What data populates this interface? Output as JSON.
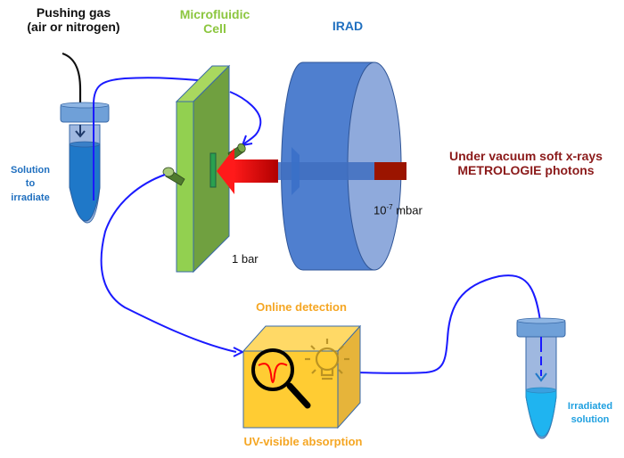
{
  "labels": {
    "pushing_gas_line1": "Pushing gas",
    "pushing_gas_line2": "(air or nitrogen)",
    "microfluidic_line1": "Microfluidic",
    "microfluidic_line2": "Cell",
    "irad": "IRAD",
    "source_line1": "Under vacuum soft x-rays",
    "source_line2": "METROLOGIE photons",
    "pressure_vacuum_base": "10",
    "pressure_vacuum_exp": "-7",
    "pressure_vacuum_unit": " mbar",
    "pressure_cell": "1 bar",
    "solution_line1": "Solution",
    "solution_line2": "to",
    "solution_line3": "irradiate",
    "online_detection": "Online detection",
    "uv_visible": "UV-visible absorption",
    "irradiated_line1": "Irradiated",
    "irradiated_line2": "solution"
  },
  "colors": {
    "tubing": "#1a1aff",
    "gas_line": "#111111",
    "cell_green_light": "#92d050",
    "cell_green_dark": "#70a040",
    "irad_blue": "#4f7fcf",
    "irad_face": "#8faadc",
    "beam_red": "#c00000",
    "beam_dark": "#8b1a00",
    "detector_yellow": "#ffcc33",
    "label_green": "#8cc63f",
    "label_blue": "#1f6fbf",
    "label_darkred": "#8b1a1a",
    "label_orange": "#f5a623",
    "label_cyan": "#1fa0e0"
  }
}
